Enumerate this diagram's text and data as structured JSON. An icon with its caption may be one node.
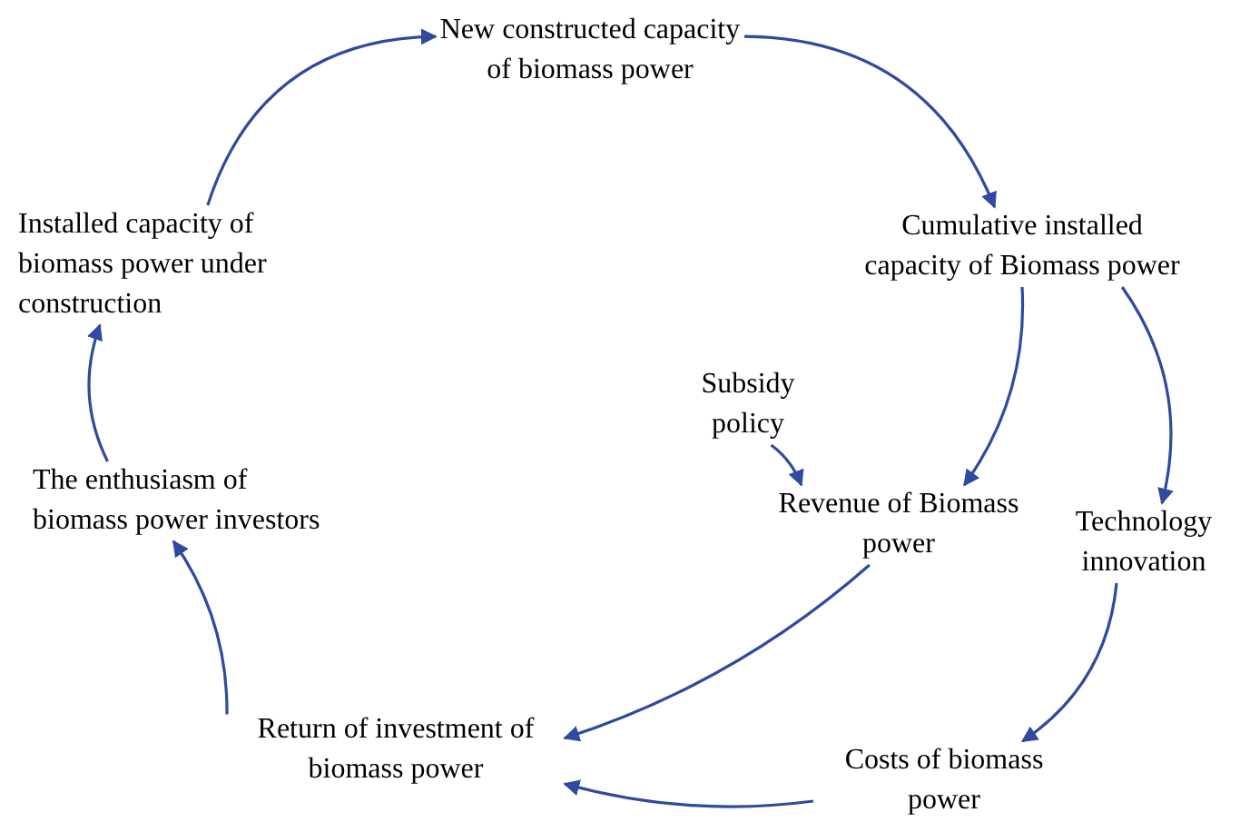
{
  "diagram": {
    "nodes": [
      {
        "text": [
          "New constructed capacity of biomass power"
        ]
      },
      {
        "text": [
          "Cumulative installed capacity of Biomass power"
        ]
      },
      {
        "text": [
          "Installed capacity of biomass power under construction"
        ]
      },
      {
        "text": [
          "Subsidy policy"
        ]
      },
      {
        "text": [
          "Revenue of Biomass power"
        ]
      },
      {
        "text": [
          "Technology innovation"
        ]
      },
      {
        "text": [
          "The enthusiasm of biomass power investors"
        ]
      },
      {
        "text": [
          "Return of investment of biomass power"
        ]
      },
      {
        "text": [
          "Costs of biomass power"
        ]
      }
    ],
    "edges": [
      {
        "from": 2,
        "to": 0,
        "arrow": "to"
      },
      {
        "from": 0,
        "to": 1,
        "arrow": "to"
      },
      {
        "from": 1,
        "to": 4,
        "arrow": "to"
      },
      {
        "from": 1,
        "to": 5,
        "arrow": "to"
      },
      {
        "from": 3,
        "to": 4,
        "arrow": "to"
      },
      {
        "from": 4,
        "to": 7,
        "arrow": "to"
      },
      {
        "from": 5,
        "to": 8,
        "arrow": "to"
      },
      {
        "from": 8,
        "to": 7,
        "arrow": "to"
      },
      {
        "from": 7,
        "to": 6,
        "arrow": "to"
      },
      {
        "from": 6,
        "to": 2,
        "arrow": "to"
      }
    ]
  }
}
